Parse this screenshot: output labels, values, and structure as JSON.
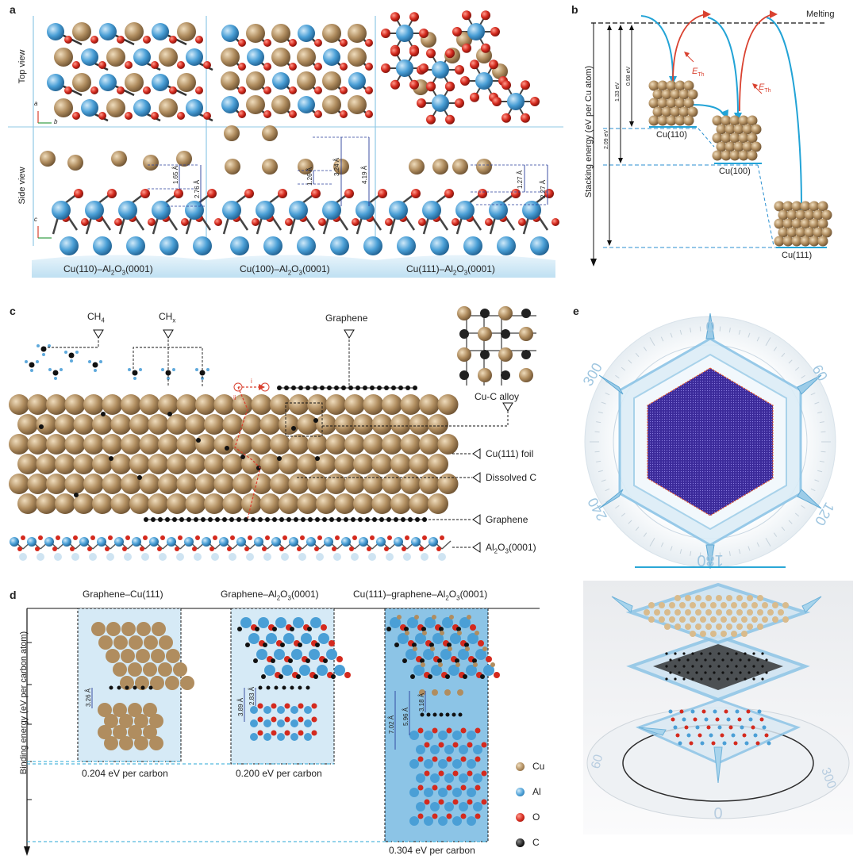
{
  "panel_a": {
    "letter": "a",
    "row_labels": [
      "Top view",
      "Side view"
    ],
    "columns": [
      {
        "caption": "Cu(110)–Al",
        "sub": "2",
        "cap2": "O",
        "sub2": "3",
        "cap3": "(0001)",
        "distances": [
          "1.65 Å",
          "2.76 Å"
        ]
      },
      {
        "caption": "Cu(100)–Al",
        "sub": "2",
        "cap2": "O",
        "sub2": "3",
        "cap3": "(0001)",
        "distances": [
          "1.26 Å",
          "3.24 Å",
          "4.19 Å"
        ]
      },
      {
        "caption": "Cu(111)–Al",
        "sub": "2",
        "cap2": "O",
        "sub2": "3",
        "cap3": "(0001)",
        "distances": [
          "1.27 Å",
          "2.27 Å"
        ]
      }
    ],
    "axis_letters": {
      "a": "a",
      "b": "b",
      "c": "c"
    }
  },
  "panel_b": {
    "letter": "b",
    "ylabel": "Stacking energy (eV per Cu atom)",
    "melting": "Melting",
    "energies": [
      "2.09 eV",
      "1.33 eV",
      "0.98 eV"
    ],
    "e_th": "E",
    "e_th_sub": "Th",
    "facets": [
      "Cu(110)",
      "Cu(100)",
      "Cu(111)"
    ]
  },
  "panel_c": {
    "letter": "c",
    "labels": {
      "ch4": "CH",
      "ch4_sub": "4",
      "chx": "CH",
      "chx_sub": "x",
      "graphene_top": "Graphene",
      "alloy": "Cu-C alloy",
      "foil": "Cu(111) foil",
      "dissolved": "Dissolved C",
      "graphene_bottom": "Graphene",
      "substrate": "Al",
      "substrate_sub": "2",
      "substrate2": "O",
      "substrate_sub2": "3",
      "substrate3": "(0001)",
      "arrow_i": "i",
      "arrow_ii": "ii"
    }
  },
  "panel_d": {
    "letter": "d",
    "ylabel": "Binding energy (eV per carbon atom)",
    "titles": [
      "Graphene–Cu(111)",
      "Graphene–Al",
      "Cu(111)–graphene–Al"
    ],
    "title_parts": {
      "t2_sub": "2",
      "t2_o": "O",
      "t2_sub2": "3",
      "t2_end": "(0001)",
      "t3_sub": "2",
      "t3_o": "O",
      "t3_sub2": "3",
      "t3_end": "(0001)"
    },
    "energies": [
      "0.204 eV per carbon",
      "0.200 eV per carbon",
      "0.304 eV per carbon"
    ],
    "distances": [
      "3.26 Å",
      "3.89 Å",
      "2.83 Å",
      "7.02 Å",
      "5.96 Å",
      "3.18 Å"
    ],
    "legend": [
      {
        "label": "Cu",
        "color": "#b08d5f"
      },
      {
        "label": "Al",
        "color": "#4a9fd6"
      },
      {
        "label": "O",
        "color": "#d42a1e"
      },
      {
        "label": "C",
        "color": "#1a1a1a"
      }
    ]
  },
  "panel_e": {
    "letter": "e",
    "dial_top": [
      "0",
      "60",
      "120",
      "180",
      "240",
      "300"
    ],
    "dial_bottom": [
      "60",
      "300",
      "0"
    ]
  },
  "colors": {
    "cu": "#b08d5f",
    "al": "#4a9fd6",
    "o": "#d42a1e",
    "c": "#1a1a1a",
    "accent_blue": "#2aa7d6",
    "red_arrow": "#d9412f",
    "hex_fill": "#3b2a9a"
  }
}
